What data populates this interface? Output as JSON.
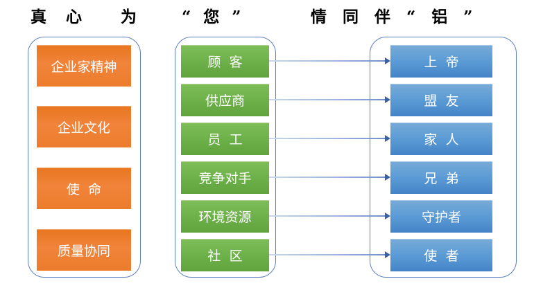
{
  "title": {
    "part1": "真 心",
    "part2": "为",
    "part3": "“ 您 ”",
    "part4": "情 同 伴 “ 铝 ”"
  },
  "values_column": {
    "items": [
      "企业家精神",
      "企业文化",
      "使 命",
      "质量协同"
    ]
  },
  "stakeholders_column": {
    "items": [
      "顾 客",
      "供应商",
      "员 工",
      "竞争对手",
      "环境资源",
      "社 区"
    ]
  },
  "roles_column": {
    "items": [
      "上 帝",
      "盟 友",
      "家 人",
      "兄 弟",
      "守护者",
      "使 者"
    ]
  },
  "connections": [
    {
      "from": "顾 客",
      "to": "上 帝"
    },
    {
      "from": "供应商",
      "to": "盟 友"
    },
    {
      "from": "员 工",
      "to": "家 人"
    },
    {
      "from": "竞争对手",
      "to": "兄 弟"
    },
    {
      "from": "环境资源",
      "to": "守护者"
    },
    {
      "from": "社 区",
      "to": "使 者"
    }
  ],
  "colors": {
    "orange_box": "#ED7D31",
    "green_box": "#6CB04A",
    "blue_box": "#5B9BD5",
    "container_border": "#5C7FC0",
    "arrow_line": "#9DB4DD",
    "arrow_head": "#3D5FA8",
    "title_text": "#000000",
    "box_text": "#FFFFFF"
  }
}
